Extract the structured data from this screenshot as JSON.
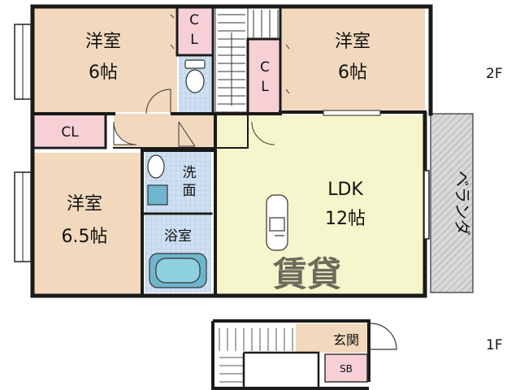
{
  "floors": {
    "upper": "2F",
    "lower": "1F"
  },
  "rooms": {
    "western_nw": {
      "name": "洋室",
      "size": "6帖"
    },
    "western_ne": {
      "name": "洋室",
      "size": "6帖"
    },
    "western_sw": {
      "name": "洋室",
      "size": "6.5帖"
    },
    "ldk": {
      "name": "LDK",
      "size": "12帖"
    },
    "closet_top": {
      "line1": "C",
      "line2": "L"
    },
    "closet_mid": {
      "line1": "C",
      "line2": "L"
    },
    "closet_west": {
      "label": "CL"
    },
    "washroom": {
      "line1": "洗",
      "line2": "面"
    },
    "bathroom": {
      "label": "浴室"
    },
    "veranda": {
      "label": "ベランダ"
    },
    "entrance": {
      "label": "玄関"
    },
    "shoebox": {
      "label": "SB"
    }
  },
  "watermark": "賃貸",
  "colors": {
    "western_room": "#f2d9bd",
    "closet": "#f7d0d6",
    "ldk": "#f6f6cc",
    "wet_area": "#cfe0f3",
    "veranda": "#cfcfcf",
    "wall": "#1a1a1a"
  },
  "icons": {
    "window": "window-icon",
    "door": "door-swing-icon",
    "toilet": "toilet-icon",
    "bathtub": "bathtub-icon",
    "washbasin": "washbasin-icon",
    "kitchen": "kitchen-counter-icon",
    "stairs": "stairs-icon"
  }
}
